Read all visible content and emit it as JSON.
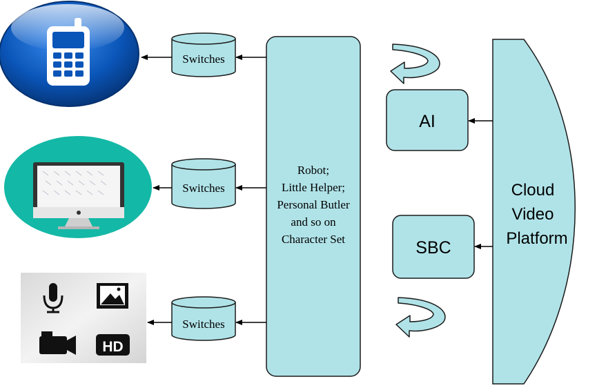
{
  "colors": {
    "node_fill": "#b0e3e8",
    "node_stroke": "#1a1a1a",
    "arrow": "#000000",
    "phone_blue": "#0a55b8",
    "monitor_teal": "#14b8a6",
    "media_panel": "#e8e8e8"
  },
  "nodes": {
    "switches_top": "Switches",
    "switches_middle": "Switches",
    "switches_bottom": "Switches",
    "robot": {
      "line1": "Robot;",
      "line2": "Little Helper;",
      "line3": "Personal Butler",
      "line4": "and so on",
      "line5": "Character Set"
    },
    "ai": "AI",
    "sbc": "SBC",
    "cloud": {
      "line1": "Cloud",
      "line2": "Video",
      "line3": "Platform"
    }
  },
  "media_panel": {
    "hd_label": "HD"
  },
  "icons": {
    "devices": [
      "phone-icon",
      "monitor-icon",
      "microphone-icon",
      "image-icon",
      "video-camera-icon",
      "hd-icon"
    ],
    "loops": [
      "circular-arrow-icon"
    ]
  }
}
